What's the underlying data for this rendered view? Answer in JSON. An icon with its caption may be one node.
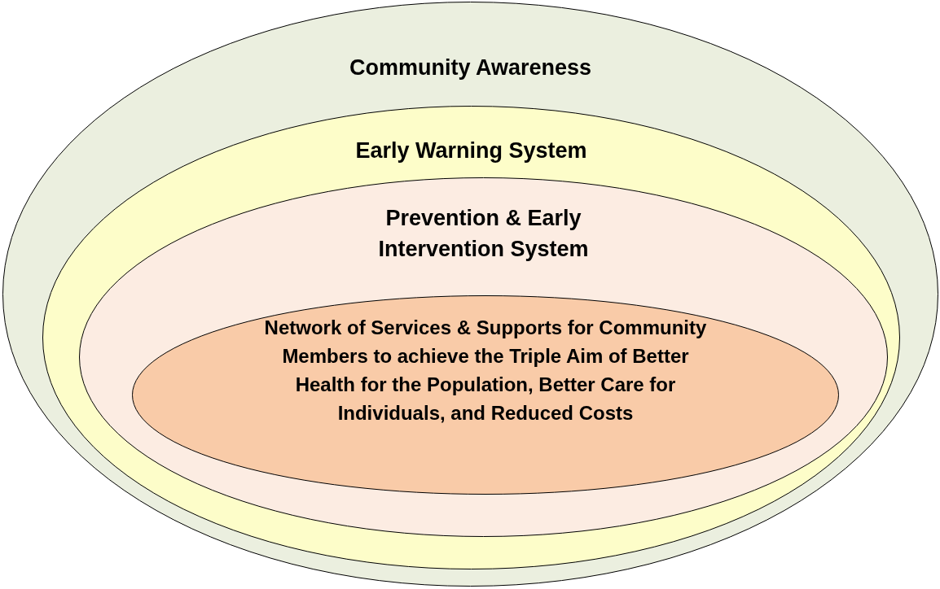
{
  "diagram": {
    "nodes": [
      {
        "text": [
          "Community Awareness"
        ]
      },
      {
        "text": [
          "Early Warning System"
        ],
        "in": 0
      },
      {
        "text": [
          "Prevention & Early Intervention System"
        ],
        "in": 1
      },
      {
        "text": [
          "Network of Services & Supports for Community Members to achieve the Triple Aim of Better Health for the Population, Better Care for Individuals, and Reduced Costs"
        ],
        "in": 2
      }
    ]
  }
}
